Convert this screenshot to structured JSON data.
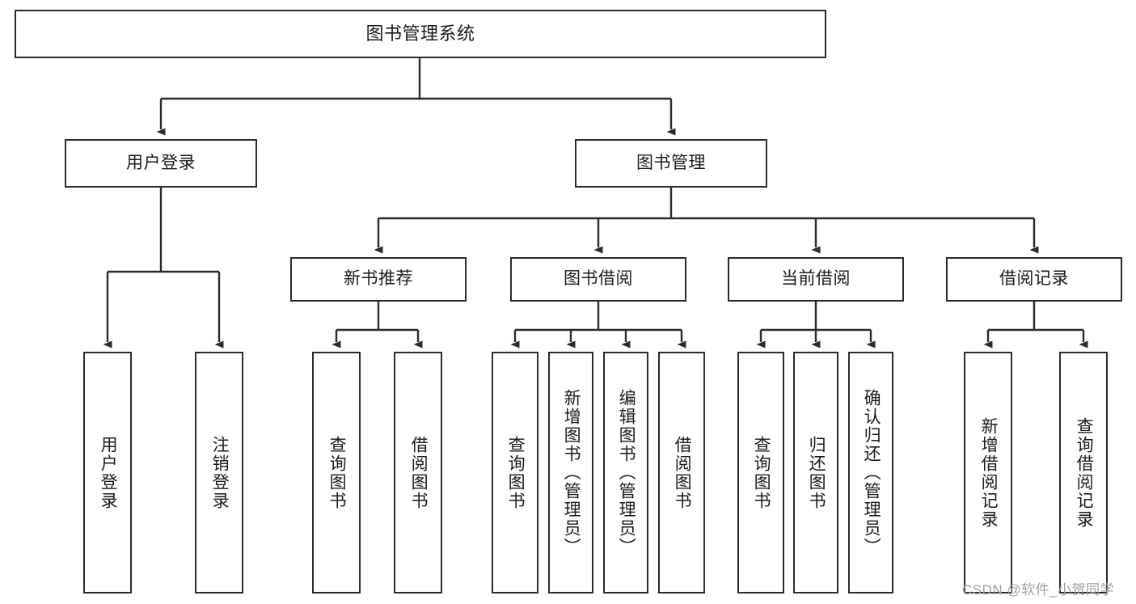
{
  "diagram": {
    "title": "图书管理系统",
    "type": "hierarchy-tree",
    "background_color": "#ffffff",
    "box_border_color": "#2b2b2b",
    "box_fill_color": "#ffffff",
    "connector_color": "#2b2b2b",
    "text_color": "#1a1a1a"
  },
  "nodes": {
    "root": {
      "label": "图书管理系统"
    },
    "level2": [
      {
        "id": "user-login",
        "label": "用户登录"
      },
      {
        "id": "book-management",
        "label": "图书管理"
      }
    ],
    "level3": [
      {
        "id": "new-book-recommend",
        "label": "新书推荐"
      },
      {
        "id": "book-borrow",
        "label": "图书借阅"
      },
      {
        "id": "current-borrow",
        "label": "当前借阅"
      },
      {
        "id": "borrow-record",
        "label": "借阅记录"
      }
    ],
    "leaves": {
      "user-login": [
        {
          "id": "login",
          "label": "用户登录"
        },
        {
          "id": "logout",
          "label": "注销登录"
        }
      ],
      "new-book-recommend": [
        {
          "id": "query-book-1",
          "label": "查询图书"
        },
        {
          "id": "borrow-book-1",
          "label": "借阅图书"
        }
      ],
      "book-borrow": [
        {
          "id": "query-book-2",
          "label": "查询图书"
        },
        {
          "id": "add-book",
          "label": "新增图书（管理员）"
        },
        {
          "id": "edit-book",
          "label": "编辑图书（管理员）"
        },
        {
          "id": "borrow-book-2",
          "label": "借阅图书"
        }
      ],
      "current-borrow": [
        {
          "id": "query-book-3",
          "label": "查询图书"
        },
        {
          "id": "return-book",
          "label": "归还图书"
        },
        {
          "id": "confirm-return",
          "label": "确认归还（管理员）"
        }
      ],
      "borrow-record": [
        {
          "id": "add-record",
          "label": "新增借阅记录"
        },
        {
          "id": "query-record",
          "label": "查询借阅记录"
        }
      ]
    }
  },
  "watermark": {
    "text": "CSDN @软件_小贺同学"
  }
}
